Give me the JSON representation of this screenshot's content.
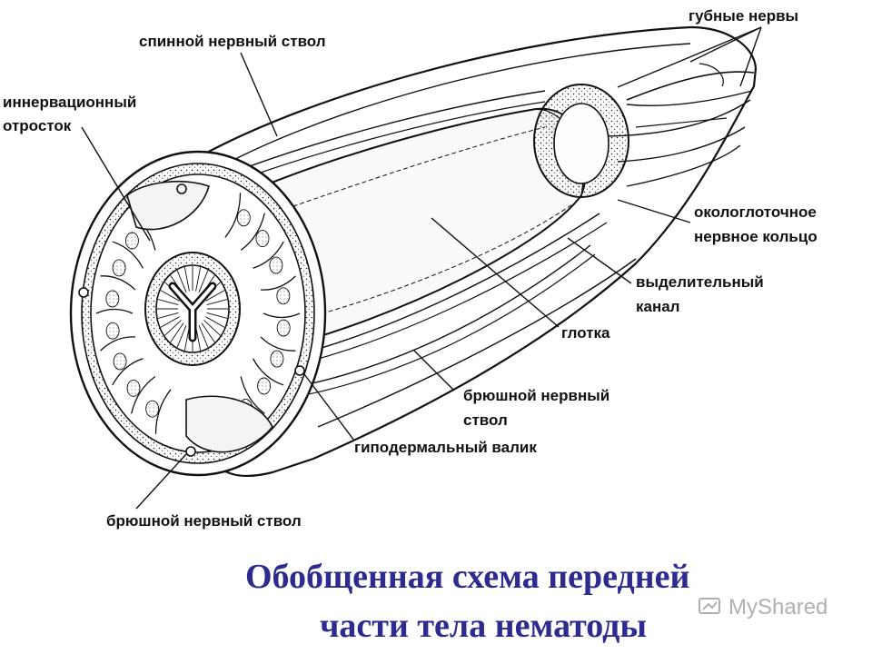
{
  "labels": {
    "dorsal_trunk": "спинной нервный ствол",
    "lip_nerves": "губные нервы",
    "innervation_process_1": "иннервационный",
    "innervation_process_2": "отросток",
    "nerve_ring_1": "окологлоточное",
    "nerve_ring_2": "нервное кольцо",
    "excretory_canal_1": "выделительный",
    "excretory_canal_2": "канал",
    "pharynx": "глотка",
    "ventral_trunk_right_1": "брюшной нервный",
    "ventral_trunk_right_2": "ствол",
    "hypodermal_cord": "гиподермальный валик",
    "ventral_trunk_bottom": "брюшной нервный ствол"
  },
  "caption": {
    "line1": "Обобщенная схема передней",
    "line2": "части тела нематоды",
    "color": "#2e2b8f"
  },
  "watermark": {
    "text": "MyShared",
    "icon": "myshared-logo-icon"
  }
}
